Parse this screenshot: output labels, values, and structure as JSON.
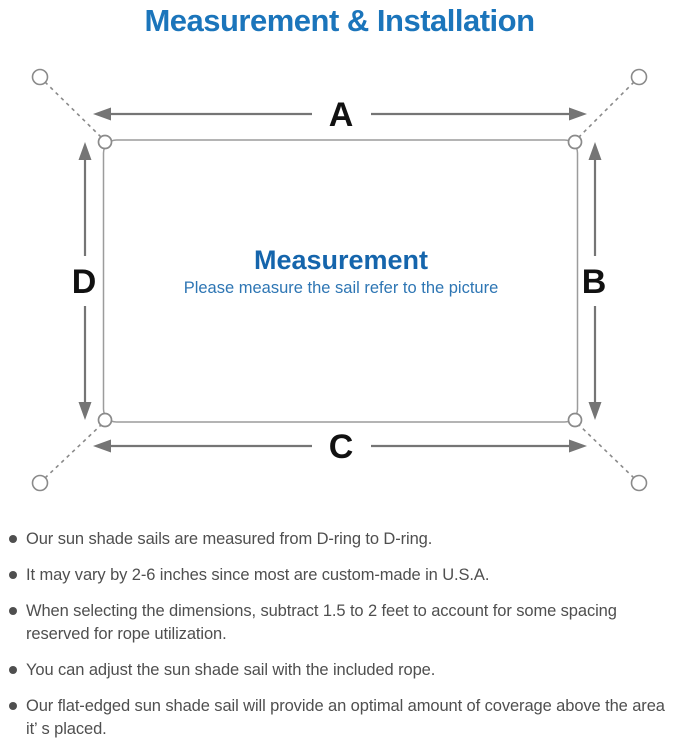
{
  "page": {
    "title": "Measurement & Installation"
  },
  "diagram": {
    "labels": {
      "a": "A",
      "b": "B",
      "c": "C",
      "d": "D"
    },
    "center_title": "Measurement",
    "center_subtitle": "Please measure the sail refer to the picture"
  },
  "colors": {
    "title_blue": "#1b75bb",
    "center_title_blue": "#1565ac",
    "center_subtitle_blue": "#2e76b4",
    "outline_gray": "#9c9c9c",
    "arrow_gray": "#757575",
    "note_text_gray": "#4f4f4f"
  },
  "notes": {
    "items": [
      {
        "text": "Our sun shade sails are measured from D-ring to D-ring."
      },
      {
        "text": "It may vary by 2-6 inches since most are custom-made in U.S.A."
      },
      {
        "text": "When selecting the dimensions, subtract 1.5 to 2 feet to account for some spacing reserved for rope utilization."
      },
      {
        "text": "You can adjust the sun shade sail with the included rope."
      },
      {
        "text": "Our flat-edged sun shade sail will provide an optimal amount of coverage above the area it’ s placed."
      }
    ]
  }
}
